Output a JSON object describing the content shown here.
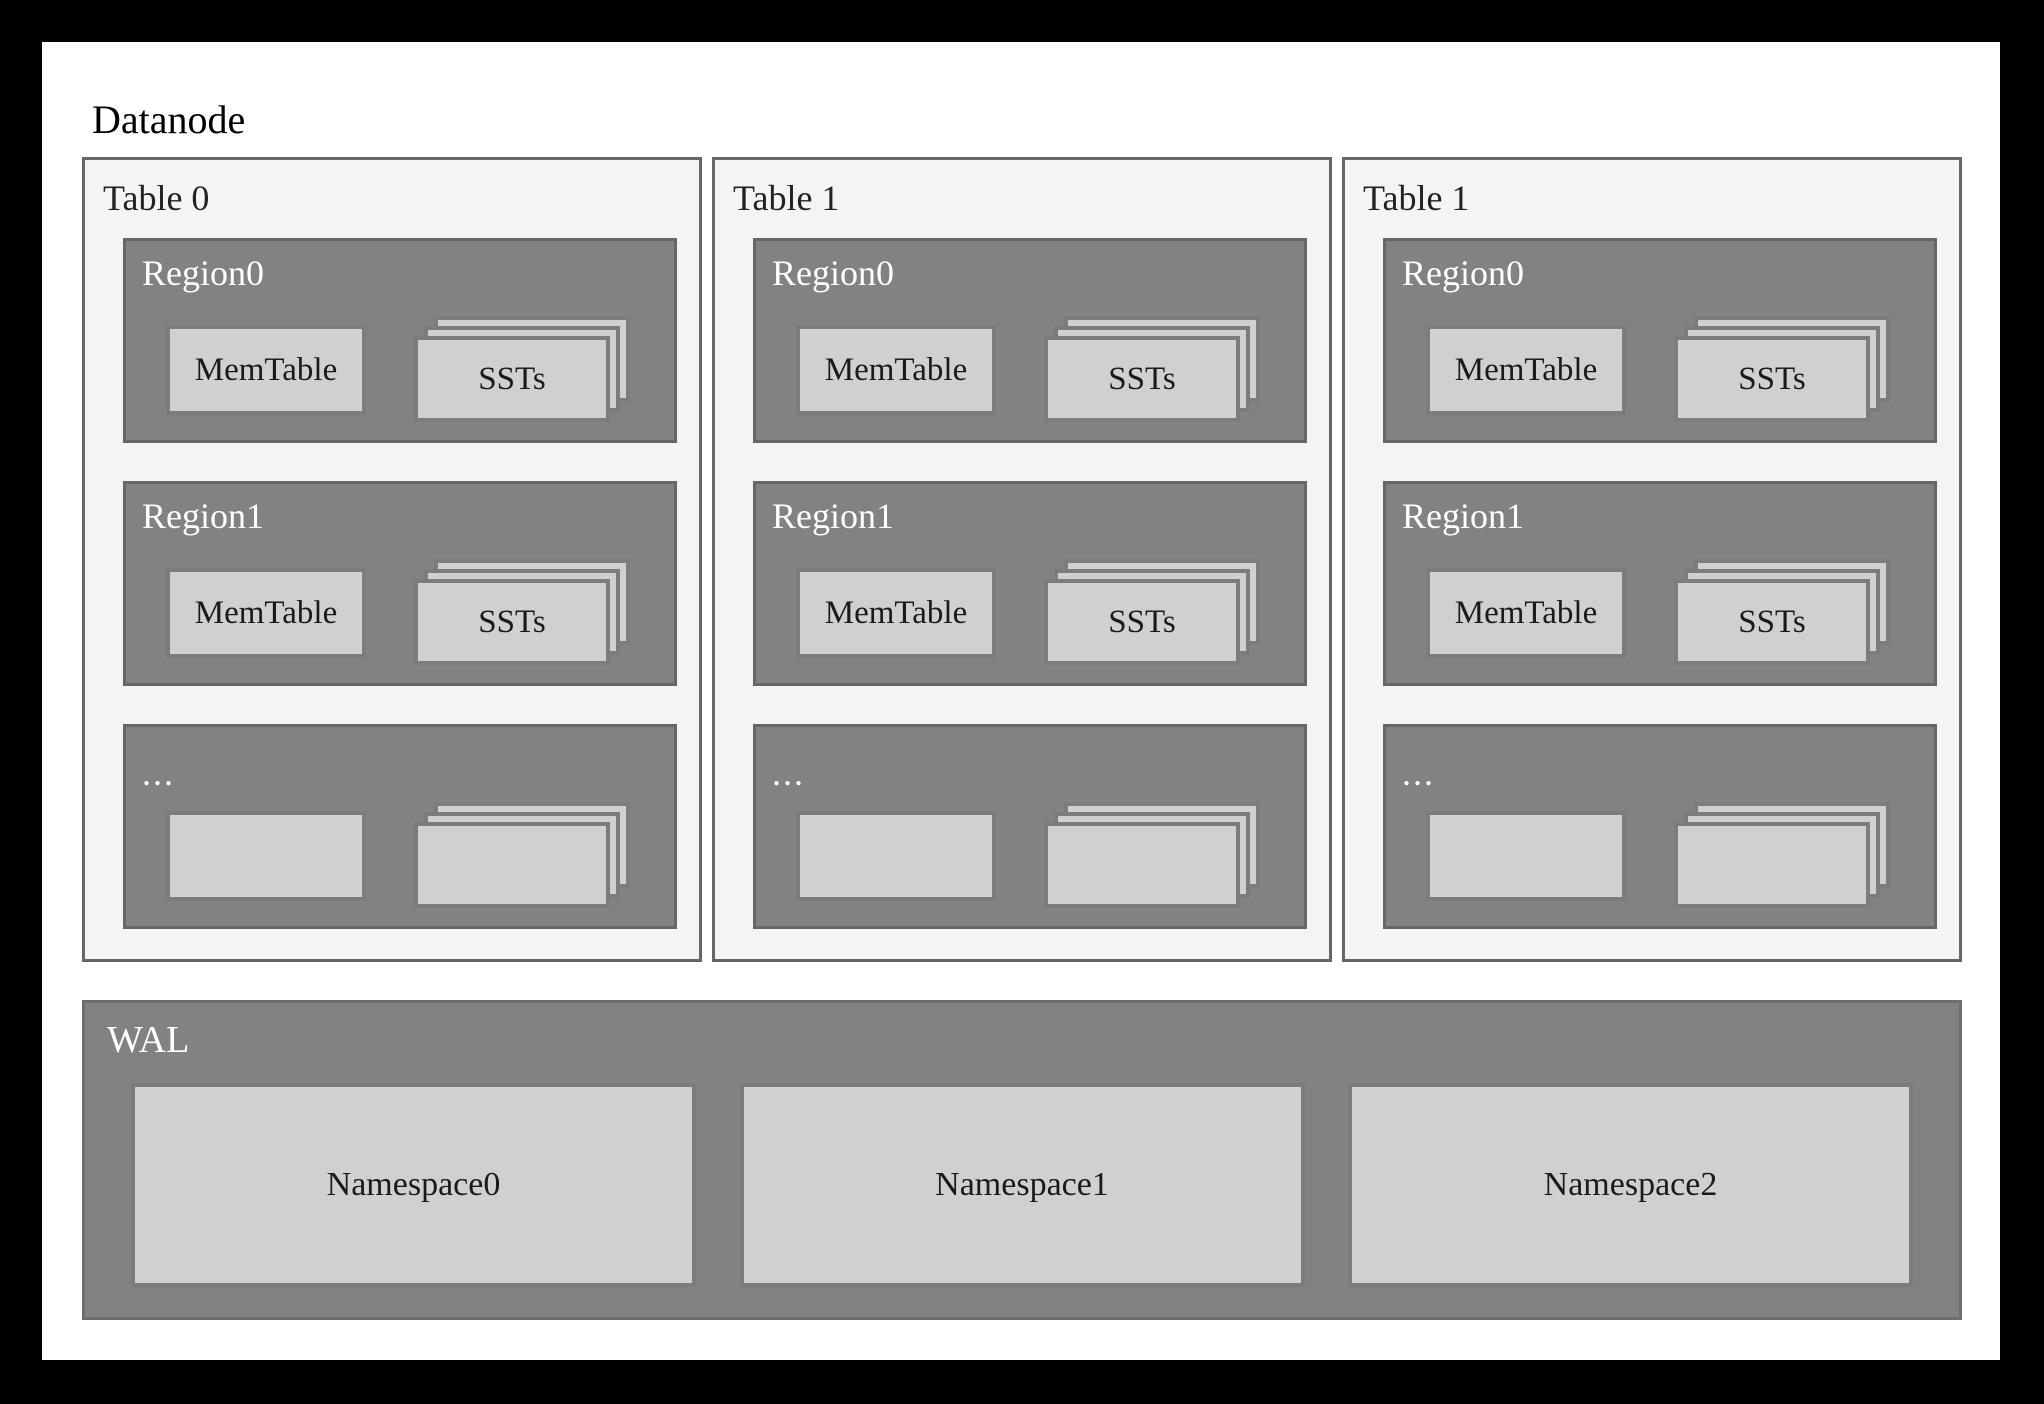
{
  "diagram": {
    "title": "Datanode",
    "tables": [
      {
        "label": "Table 0",
        "regions": [
          {
            "label": "Region0",
            "memtable": "MemTable",
            "ssts": "SSTs"
          },
          {
            "label": "Region1",
            "memtable": "MemTable",
            "ssts": "SSTs"
          },
          {
            "label": "...",
            "memtable": "",
            "ssts": ""
          }
        ]
      },
      {
        "label": "Table 1",
        "regions": [
          {
            "label": "Region0",
            "memtable": "MemTable",
            "ssts": "SSTs"
          },
          {
            "label": "Region1",
            "memtable": "MemTable",
            "ssts": "SSTs"
          },
          {
            "label": "...",
            "memtable": "",
            "ssts": ""
          }
        ]
      },
      {
        "label": "Table 1",
        "regions": [
          {
            "label": "Region0",
            "memtable": "MemTable",
            "ssts": "SSTs"
          },
          {
            "label": "Region1",
            "memtable": "MemTable",
            "ssts": "SSTs"
          },
          {
            "label": "...",
            "memtable": "",
            "ssts": ""
          }
        ]
      }
    ],
    "wal": {
      "label": "WAL",
      "namespaces": [
        "Namespace0",
        "Namespace1",
        "Namespace2"
      ]
    },
    "colors": {
      "frame_border": "#000000",
      "canvas": "#ffffff",
      "table_panel_fill": "#f4f4f4",
      "table_panel_border": "#666666",
      "region_fill": "#828282",
      "region_border": "#666666",
      "box_fill": "#d0d0d0",
      "box_border": "#7c7c7c",
      "label_dark": "#1a1a1a",
      "label_light": "#ffffff"
    }
  }
}
